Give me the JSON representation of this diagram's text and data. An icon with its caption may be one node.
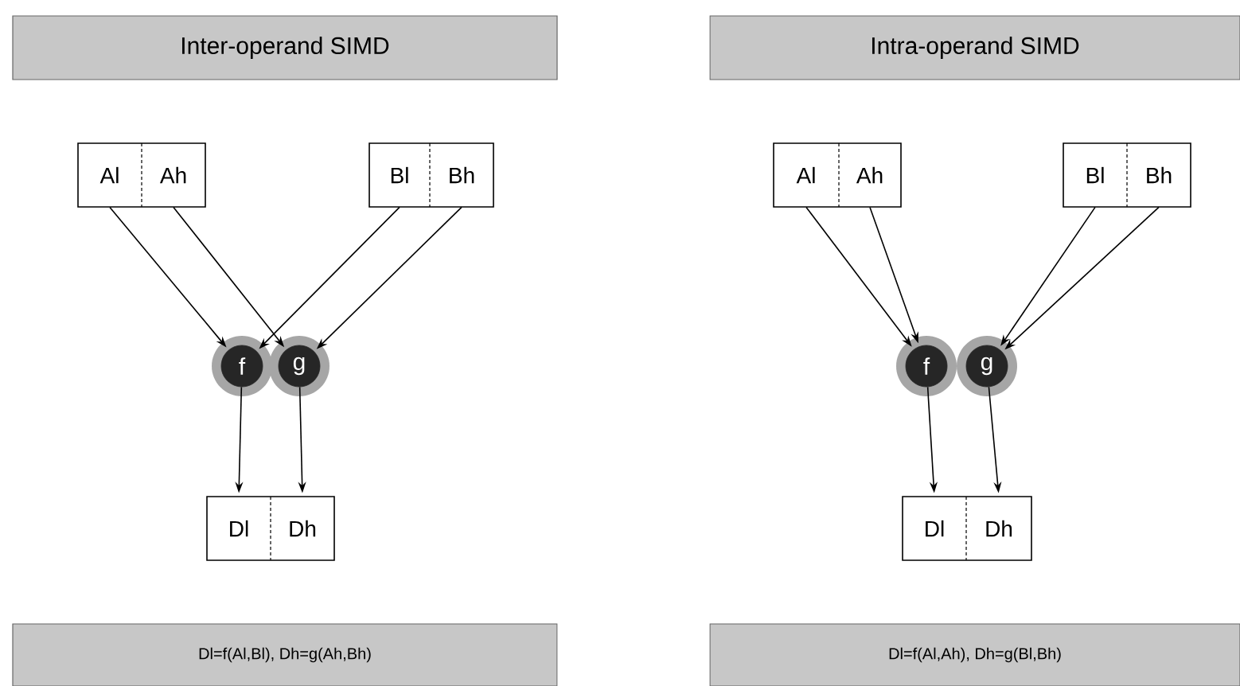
{
  "diagram": {
    "nodes": [
      {
        "text": [
          "Inter-operand SIMD"
        ]
      },
      {
        "text": [
          "Al"
        ]
      },
      {
        "text": [
          "Ah"
        ]
      },
      {
        "text": [
          "Bl"
        ]
      },
      {
        "text": [
          "Bh"
        ]
      },
      {
        "text": [
          "f"
        ]
      },
      {
        "text": [
          "g"
        ]
      },
      {
        "text": [
          "Dl"
        ]
      },
      {
        "text": [
          "Dh"
        ]
      },
      {
        "text": [
          "Dl=f(Al,Bl), Dh=g(Ah,Bh)"
        ]
      },
      {
        "text": [
          "Intra-operand SIMD"
        ]
      },
      {
        "text": [
          "Al"
        ]
      },
      {
        "text": [
          "Ah"
        ]
      },
      {
        "text": [
          "Bl"
        ]
      },
      {
        "text": [
          "Bh"
        ]
      },
      {
        "text": [
          "f"
        ]
      },
      {
        "text": [
          "g"
        ]
      },
      {
        "text": [
          "Dl"
        ]
      },
      {
        "text": [
          "Dh"
        ]
      },
      {
        "text": [
          "Dl=f(Al,Ah), Dh=g(Bl,Bh)"
        ]
      }
    ],
    "edges": [
      {
        "from": 1,
        "to": 5,
        "arrow": "to"
      },
      {
        "from": 2,
        "to": 6,
        "arrow": "to"
      },
      {
        "from": 3,
        "to": 5,
        "arrow": "to"
      },
      {
        "from": 4,
        "to": 6,
        "arrow": "to"
      },
      {
        "from": 5,
        "to": 7,
        "arrow": "to"
      },
      {
        "from": 6,
        "to": 8,
        "arrow": "to"
      },
      {
        "from": 11,
        "to": 15,
        "arrow": "to"
      },
      {
        "from": 12,
        "to": 15,
        "arrow": "to"
      },
      {
        "from": 13,
        "to": 16,
        "arrow": "to"
      },
      {
        "from": 14,
        "to": 16,
        "arrow": "to"
      },
      {
        "from": 15,
        "to": 17,
        "arrow": "to"
      },
      {
        "from": 16,
        "to": 18,
        "arrow": "to"
      }
    ]
  }
}
